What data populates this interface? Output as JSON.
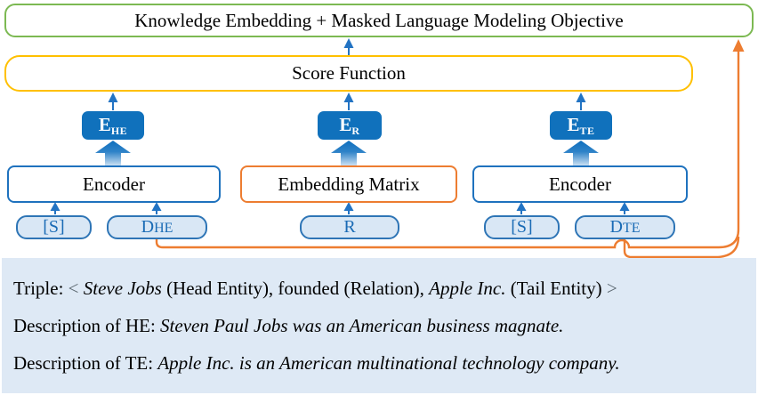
{
  "diagram": {
    "objective_label": "Knowledge Embedding + Masked Language Modeling Objective",
    "score_label": "Score Function",
    "embeddings": [
      {
        "base": "E",
        "sub": "HE"
      },
      {
        "base": "E",
        "sub": "R"
      },
      {
        "base": "E",
        "sub": "TE"
      }
    ],
    "encoder_left_label": "Encoder",
    "embedding_matrix_label": "Embedding Matrix",
    "encoder_right_label": "Encoder",
    "tokens": [
      {
        "label": "[S]"
      },
      {
        "base": "D",
        "sub": "HE"
      },
      {
        "label": "R"
      },
      {
        "label": "[S]"
      },
      {
        "base": "D",
        "sub": "TE"
      }
    ],
    "colors": {
      "objective_border": "#7CB952",
      "score_border": "#FFC000",
      "embedding_fill": "#1071BC",
      "encoder_border": "#1F72BE",
      "matrix_border": "#ED7D31",
      "token_fill": "#D9E7F5",
      "token_border": "#2E75B6",
      "token_text": "#1A6BB5",
      "arrow_blue": "#2273C3",
      "arrow_orange": "#ED7D31",
      "panel_background": "#DEE9F5"
    }
  },
  "panel": {
    "lines": [
      {
        "segments": [
          {
            "text": "Triple: "
          },
          {
            "text": "< "
          },
          {
            "text": "Steve Jobs"
          },
          {
            "text": " (Head Entity), founded (Relation), "
          },
          {
            "text": "Apple Inc."
          },
          {
            "text": " (Tail Entity) "
          },
          {
            "text": ">"
          }
        ]
      },
      {
        "segments": [
          {
            "text": "Description of HE: "
          },
          {
            "text": "Steven Paul Jobs was an American business magnate."
          }
        ]
      },
      {
        "segments": [
          {
            "text": "Description of TE: "
          },
          {
            "text": "Apple Inc. is an American multinational technology company."
          }
        ]
      }
    ]
  }
}
